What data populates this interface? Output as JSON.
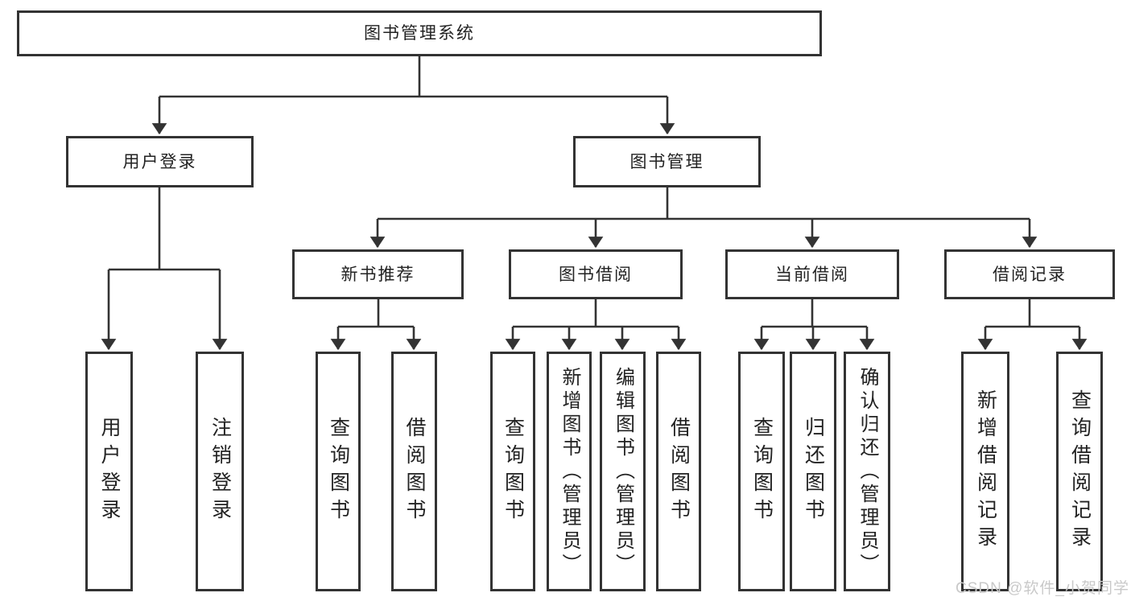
{
  "diagram": {
    "title": "图书管理系统",
    "level2": [
      {
        "label": "用户登录",
        "leaves": [
          "用户登录",
          "注销登录"
        ]
      },
      {
        "label": "图书管理",
        "sections": [
          {
            "label": "新书推荐",
            "leaves": [
              "查询图书",
              "借阅图书"
            ]
          },
          {
            "label": "图书借阅",
            "leaves": [
              "查询图书",
              "新增图书（管理员）",
              "编辑图书（管理员）",
              "借阅图书"
            ]
          },
          {
            "label": "当前借阅",
            "leaves": [
              "查询图书",
              "归还图书",
              "确认归还（管理员）"
            ]
          },
          {
            "label": "借阅记录",
            "leaves": [
              "新增借阅记录",
              "查询借阅记录"
            ]
          }
        ]
      }
    ]
  },
  "watermark": {
    "text": "CSDN @软件_小贺同学"
  },
  "colors": {
    "line": "#333333",
    "text": "#222222",
    "box_background": "#ffffff",
    "page_background": "#ffffff",
    "watermark": "#c9c9c9"
  }
}
